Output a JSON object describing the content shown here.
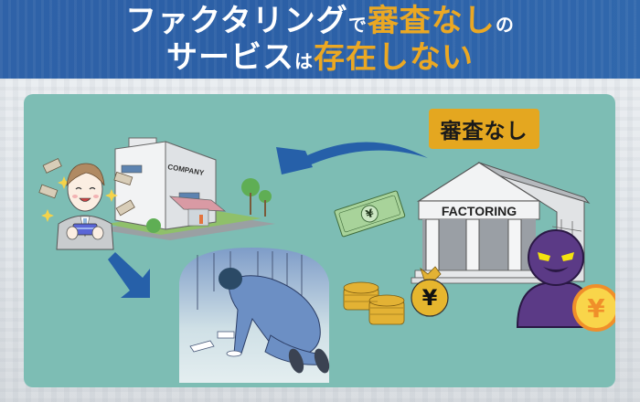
{
  "title": {
    "line1": [
      {
        "text": "ファクタリング",
        "style": "normal"
      },
      {
        "text": "で",
        "style": "small"
      },
      {
        "text": "審査なし",
        "style": "highlight"
      },
      {
        "text": "の",
        "style": "small"
      }
    ],
    "line2": [
      {
        "text": "サービス",
        "style": "normal"
      },
      {
        "text": "は",
        "style": "small"
      },
      {
        "text": "存在しない",
        "style": "highlight"
      }
    ]
  },
  "illustration": {
    "badge_label": "審査なし",
    "company_sign": "COMPANY",
    "factoring_sign": "FACTORING",
    "yen_symbol": "¥",
    "scenes": {
      "happy_person": "smiling businessman holding cash with banknotes floating around",
      "company_building": "office building labeled COMPANY",
      "factoring_building": "bank-style building labeled FACTORING",
      "shady_figure": "purple silhouette holding a yen coin",
      "defeated_person": "businessman on hands and knees in gloom"
    }
  },
  "colors": {
    "header_blue": "#2f62a8",
    "highlight_orange": "#eba823",
    "card_teal": "#7dbdb4",
    "badge_gold": "#e4a720",
    "arrow_blue": "#2660a9",
    "villain_purple": "#5b3a86"
  }
}
